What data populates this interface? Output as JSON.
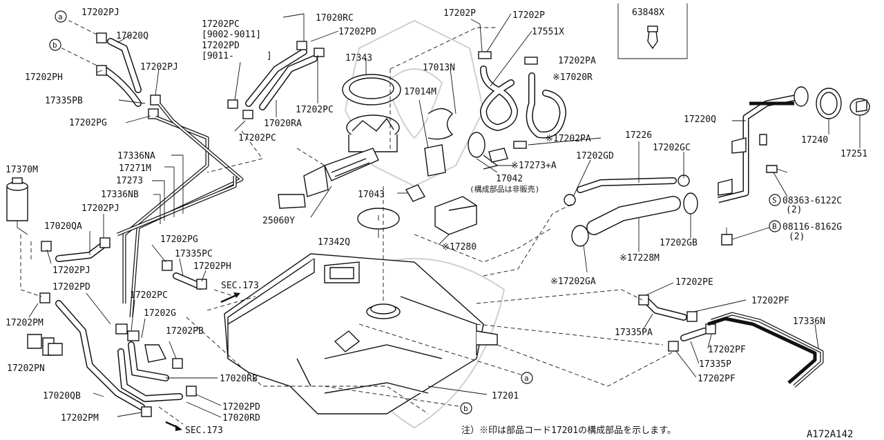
{
  "diagram": {
    "id_code": "A172A142",
    "note": "注）※印は部品コード17201の構成部品を示します。",
    "not_sold_note": "(構成部品は非販売)",
    "labels": {
      "l17202PJ_a": "17202PJ",
      "l17020Q": "17020Q",
      "l17202PH_a": "17202PH",
      "l17202PJ_b": "17202PJ",
      "l17335PB": "17335PB",
      "l17202PG_a": "17202PG",
      "l17202PC_a": "17202PC",
      "l9002_9011": "[9002-9011]",
      "l17202PD_a": "17202PD",
      "l9011": "[9011-      ]",
      "l17020RC": "17020RC",
      "l17202PD_b": "17202PD",
      "l17343": "17343",
      "l17202PC_b": "17202PC",
      "l17020RA": "17020RA",
      "l17202PC_c": "17202PC",
      "l17202P_a": "17202P",
      "l17202P_b": "17202P",
      "l17551X": "17551X",
      "l63848X": "63848X",
      "l17202PA_a": "17202PA",
      "l17020R": "※17020R",
      "l17013N": "17013N",
      "l17014M": "17014M",
      "l17202PA_b": "※17202PA",
      "l17273A": "※17273+A",
      "l17042": "17042",
      "l17043": "17043",
      "l17280": "※17280",
      "l25060Y": "25060Y",
      "l17342Q": "17342Q",
      "l17336NA": "17336NA",
      "l17271M": "17271M",
      "l17273": "17273",
      "l17336NB": "17336NB",
      "l17370M": "17370M",
      "l17202PJ_c": "17202PJ",
      "l17020QA": "17020QA",
      "l17202PJ_d": "17202PJ",
      "l17202PG_b": "17202PG",
      "l17335PC": "17335PC",
      "l17202PH_b": "17202PH",
      "lSEC173_a": "SEC.173",
      "l17202PD_c": "17202PD",
      "l17202PM_a": "17202PM",
      "l17202PN": "17202PN",
      "l17202PC_d": "17202PC",
      "l17202G": "17202G",
      "l17202PB": "17202PB",
      "l17020RB": "17020RB",
      "l17020QB": "17020QB",
      "l17202PD_d": "17202PD",
      "l17020RD": "17020RD",
      "l17202PM_b": "17202PM",
      "lSEC173_b": "SEC.173",
      "l17201": "17201",
      "l17226": "17226",
      "l17202GD": "17202GD",
      "l17202GC": "17202GC",
      "l17220Q": "17220Q",
      "l17240": "17240",
      "l17251": "17251",
      "l08363": "08363-6122C",
      "l08363_qty": "(2)",
      "l08116": "08116-8162G",
      "l08116_qty": "(2)",
      "l17202GB": "17202GB",
      "l17228M": "※17228M",
      "l17202GA": "※17202GA",
      "l17202PE": "17202PE",
      "l17202PF_a": "17202PF",
      "l17335PA": "17335PA",
      "l17336N": "17336N",
      "l17202PF_b": "17202PF",
      "l17335P": "17335P",
      "l17202PF_c": "17202PF"
    },
    "markers": {
      "a": "a",
      "b": "b",
      "S": "S",
      "B": "B"
    }
  }
}
